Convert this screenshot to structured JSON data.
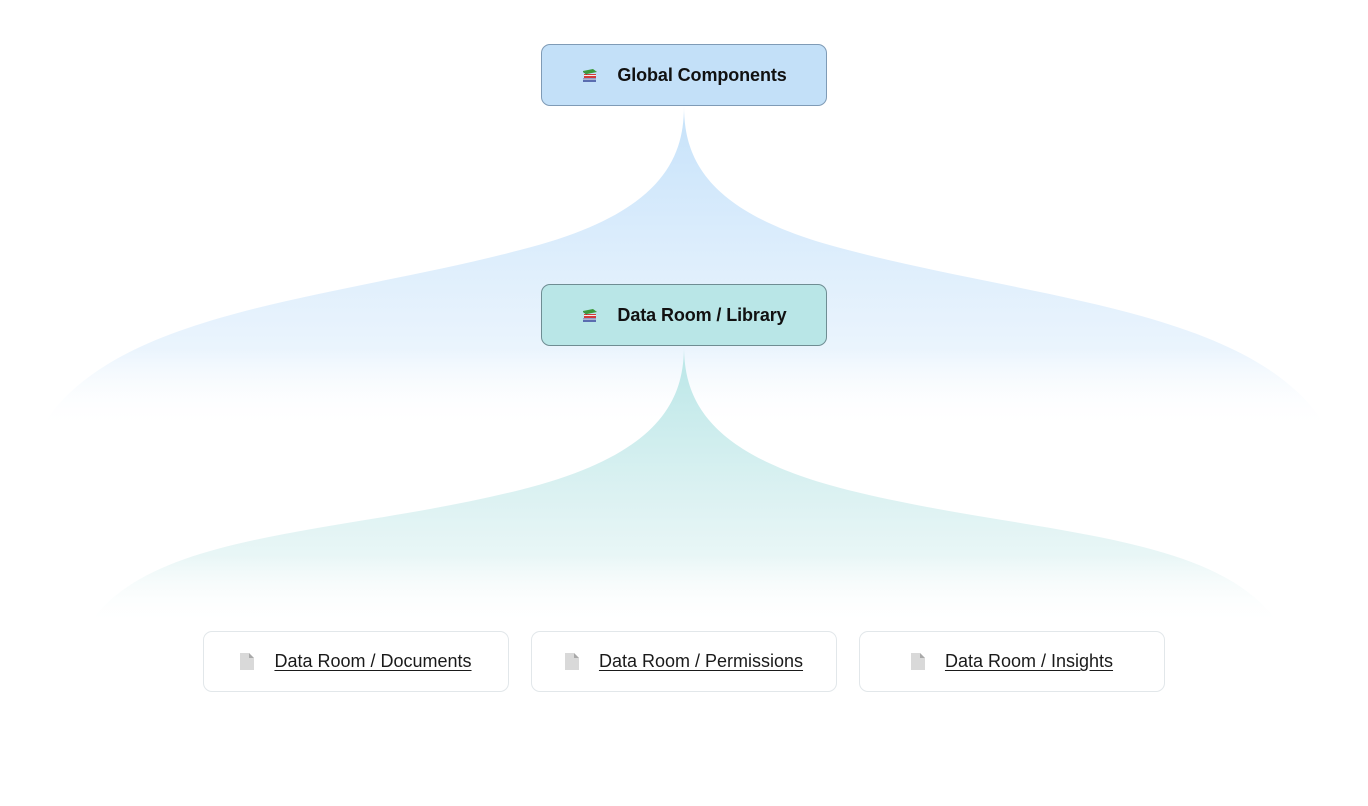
{
  "diagram": {
    "root": {
      "label": "Global Components",
      "icon": "books-icon",
      "fill": "#c3e0f8",
      "border": "#7f9bb6"
    },
    "middle": {
      "label": "Data Room / Library",
      "icon": "books-icon",
      "fill": "#b9e6e7",
      "border": "#6f8d93"
    },
    "leaves": [
      {
        "label": "Data Room / Documents",
        "icon": "document-icon"
      },
      {
        "label": "Data Room / Permissions",
        "icon": "document-icon"
      },
      {
        "label": "Data Room / Insights",
        "icon": "document-icon"
      }
    ],
    "connector_colors": {
      "root_to_middle": "#c6e2fa",
      "middle_to_leaves": "#b9e6e7"
    }
  }
}
